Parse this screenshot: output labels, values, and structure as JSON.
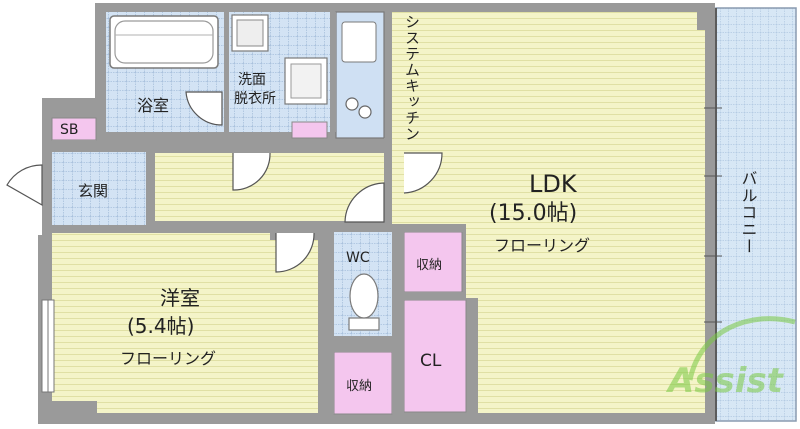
{
  "rooms": {
    "bath": "浴室",
    "washroom_line1": "洗面",
    "washroom_line2": "脱衣所",
    "kitchen": "システムキッチン",
    "ldk_name": "LDK",
    "ldk_size": "(15.0帖)",
    "ldk_floor": "フローリング",
    "entrance": "玄関",
    "shoe_box": "SB",
    "western_name": "洋室",
    "western_size": "(5.4帖)",
    "western_floor": "フローリング",
    "toilet": "WC",
    "storage_upper": "収納",
    "storage_lower": "収納",
    "closet": "CL",
    "balcony": "バルコニー"
  },
  "watermark": "Assist",
  "colors": {
    "floor_yellow": "#f3f3c4",
    "floor_line": "#e2e2a8",
    "tile_blue": "#cfe0f3",
    "tile_line": "#9fb8d8",
    "storage_pink": "#f4c6ee",
    "wall": "#9a9a9a",
    "wall_dark": "#7a7a7a",
    "balcony_blue": "#d6e6f4",
    "watermark_green": "#7ac943"
  }
}
